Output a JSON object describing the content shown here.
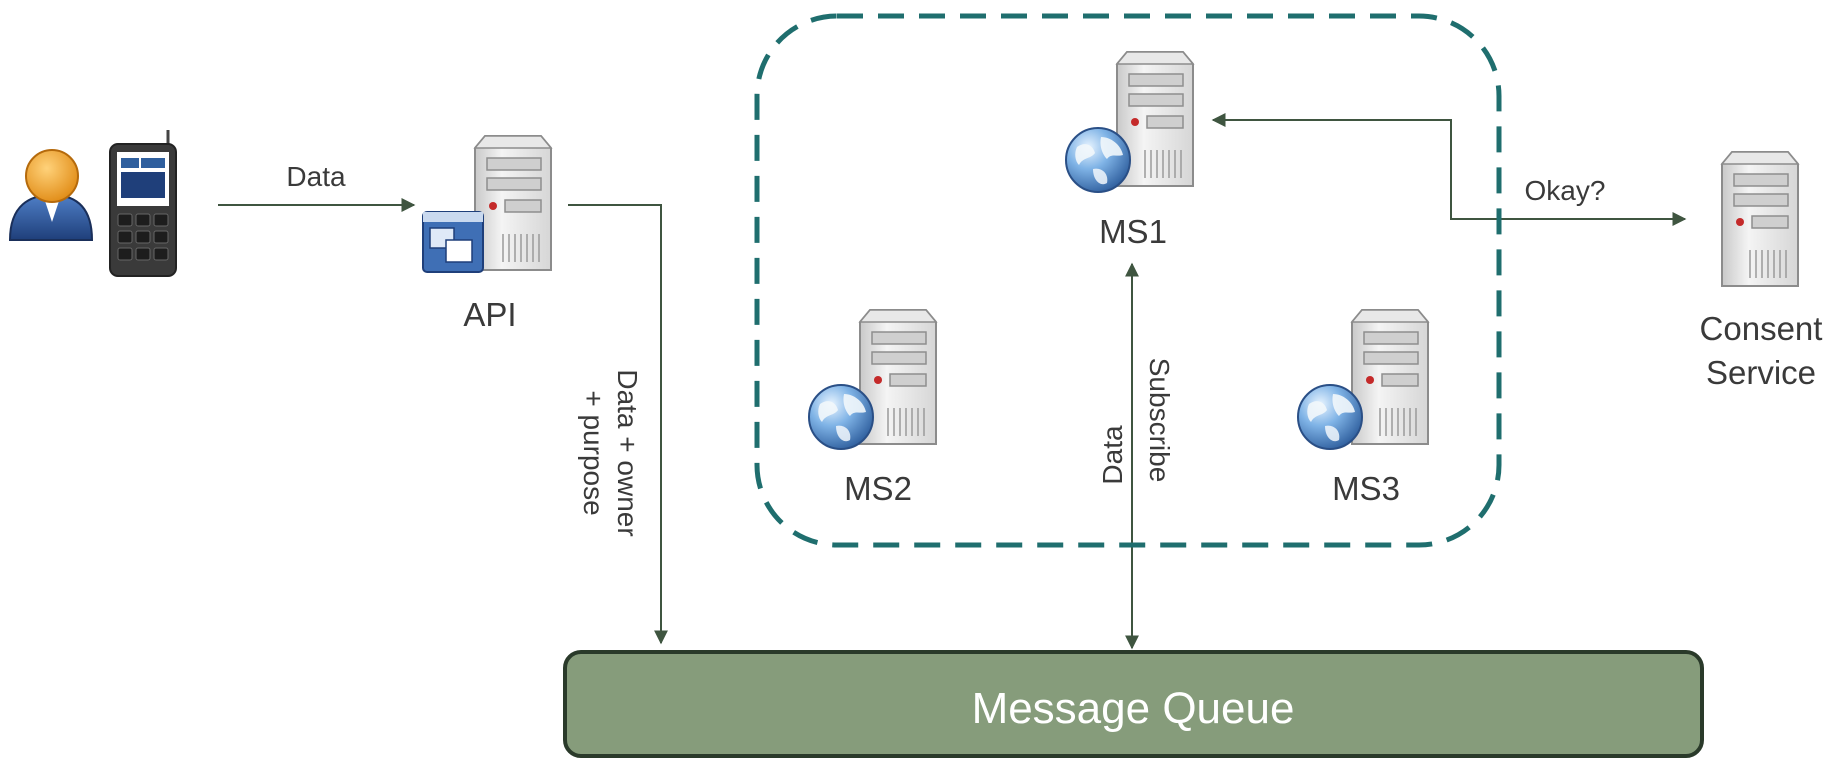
{
  "nodes": {
    "api_label": "API",
    "ms1_label": "MS1",
    "ms2_label": "MS2",
    "ms3_label": "MS3",
    "consent_label_line1": "Consent",
    "consent_label_line2": "Service",
    "queue_label": "Message Queue"
  },
  "edges": {
    "user_to_api": "Data",
    "api_to_queue_line1": "Data + owner",
    "api_to_queue_line2": "+ purpose",
    "ms1_consent": "Okay?",
    "queue_ms1_subscribe": "Subscribe",
    "queue_ms1_data": "Data"
  },
  "colors": {
    "cluster_border": "#1f6e6e",
    "queue_fill": "#869c7b",
    "queue_border": "#2a3a2a",
    "edge": "#3f5540"
  },
  "icons": [
    "user-icon",
    "mobile-phone-icon",
    "server-icon",
    "globe-icon",
    "window-icon"
  ]
}
